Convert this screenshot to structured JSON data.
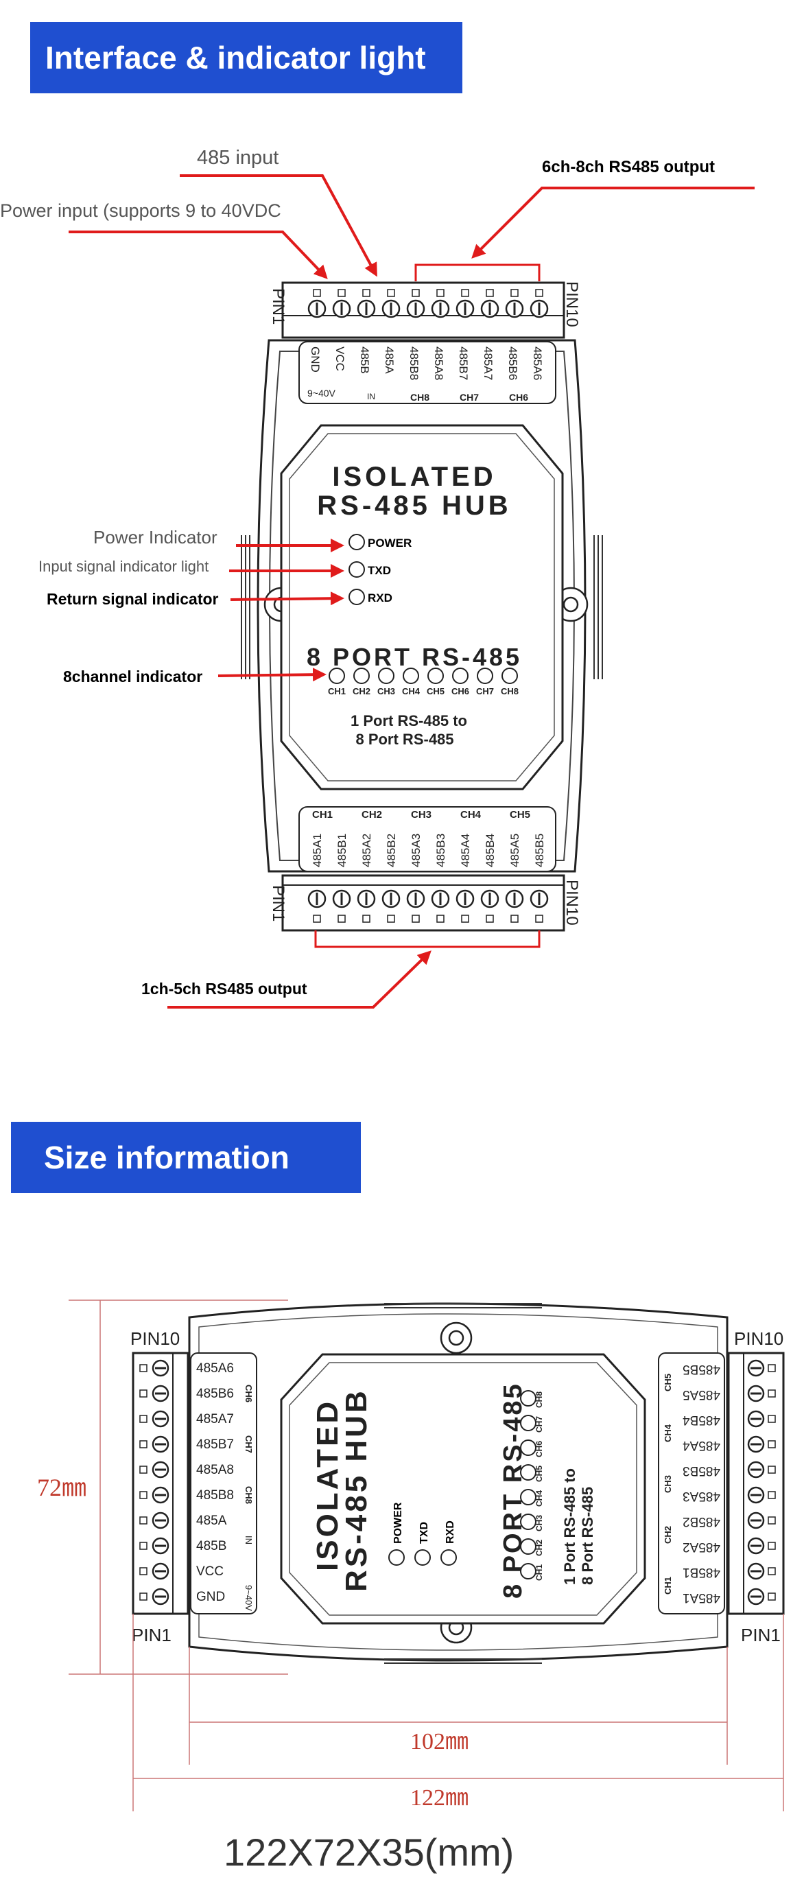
{
  "section1": {
    "title": "Interface & indicator light",
    "labels": {
      "input485": "485 input",
      "power_input": "Power input (supports 9 to 40VDC",
      "output_6_8": "6ch-8ch RS485 output",
      "power_indicator": "Power Indicator",
      "input_signal_indicator": "Input signal indicator light",
      "return_signal_indicator": "Return signal indicator",
      "channel_indicator": "8channel indicator",
      "output_1_5": "1ch-5ch RS485 output"
    },
    "device": {
      "title_line1": "ISOLATED",
      "title_line2": "RS-485 HUB",
      "subtitle": "8 PORT RS-485",
      "desc_line1": "1 Port RS-485 to",
      "desc_line2": "8 Port RS-485",
      "leds": [
        "POWER",
        "TXD",
        "RXD"
      ],
      "channel_leds": [
        "CH1",
        "CH2",
        "CH3",
        "CH4",
        "CH5",
        "CH6",
        "CH7",
        "CH8"
      ],
      "pin1": "PIN1",
      "pin10": "PIN10",
      "top_terminals": [
        "GND",
        "VCC",
        "485B",
        "485A",
        "485B8",
        "485A8",
        "485B7",
        "485A7",
        "485B6",
        "485A6"
      ],
      "top_sub_voltage": "9~40V",
      "top_sub_in": "IN",
      "top_groups": [
        "CH8",
        "CH7",
        "CH6"
      ],
      "bottom_terminals": [
        "485A1",
        "485B1",
        "485A2",
        "485B2",
        "485A3",
        "485B3",
        "485A4",
        "485B4",
        "485A5",
        "485B5"
      ],
      "bottom_groups": [
        "CH1",
        "CH2",
        "CH3",
        "CH4",
        "CH5"
      ]
    }
  },
  "section2": {
    "title": "Size information",
    "pin10": "PIN10",
    "pin1": "PIN1",
    "left_terminals": [
      "485A6",
      "485B6",
      "485A7",
      "485B7",
      "485A8",
      "485B8",
      "485A",
      "485B",
      "VCC",
      "GND"
    ],
    "left_groups": [
      "CH6",
      "CH7",
      "CH8",
      "IN",
      "9~40V"
    ],
    "right_terminals": [
      "485B5",
      "485A5",
      "485B4",
      "485A4",
      "485B3",
      "485A3",
      "485B2",
      "485A2",
      "485B1",
      "485A1"
    ],
    "right_groups": [
      "CH5",
      "CH4",
      "CH3",
      "CH2",
      "CH1"
    ],
    "dim_height": "72㎜",
    "dim_inner_width": "102㎜",
    "dim_outer_width": "122㎜",
    "overall_size": "122X72X35(mm)"
  },
  "colors": {
    "banner": "#1f4fd0",
    "arrow": "#e01b1b",
    "dimension": "#c0392b"
  }
}
